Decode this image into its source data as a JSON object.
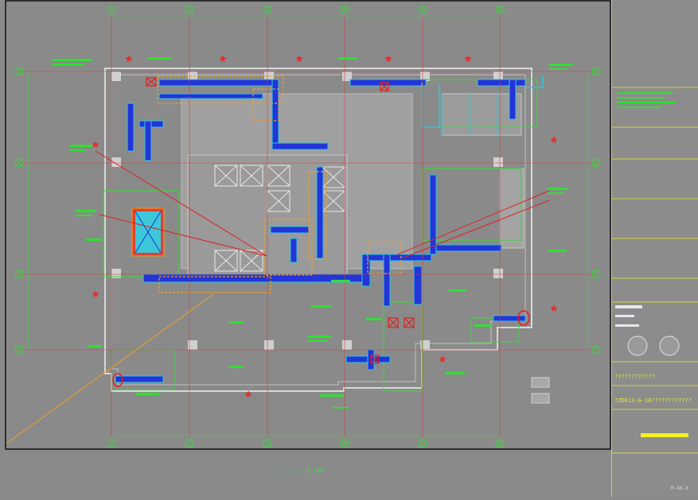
{
  "drawing": {
    "grid_columns": [
      "1",
      "2",
      "3",
      "4",
      "5",
      "6"
    ],
    "grid_rows": [
      "M",
      "K",
      "H",
      "F"
    ],
    "colors": {
      "background": "#8a8a8a",
      "drawing_frame": "#0a0a0a",
      "grid_line": "#d04040",
      "duct_blue": "#2030d8",
      "duct_cyan": "#30c8d8",
      "outline_green": "#30e030",
      "annotation_orange": "#f0a020",
      "leader_red": "#e02020",
      "titleblock_yellow": "#e8e820",
      "wall_gray": "#b4b4b4"
    },
    "title_block": {
      "project_title": "????????????",
      "drawing_code": "7ZD013-G-18????????????",
      "sheet_number": "M-46-8"
    },
    "caption": "--- ----------  1:100"
  }
}
